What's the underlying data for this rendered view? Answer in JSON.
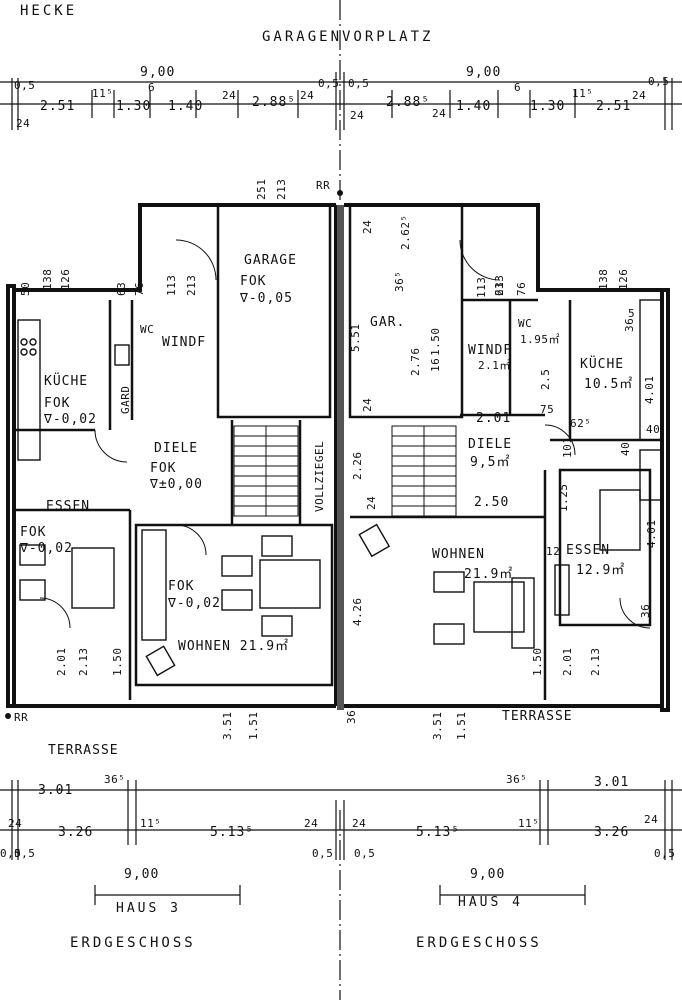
{
  "header": {
    "hedge": "HECKE",
    "forecourt": "GARAGENVORPLATZ"
  },
  "top_dims": {
    "left_total": "9,00",
    "right_total": "9,00",
    "left": [
      "0,5",
      "2.51",
      "11⁵",
      "1.30",
      "6",
      "1.40",
      "24",
      "2.88⁵",
      "24",
      "0,5"
    ],
    "right": [
      "0,5",
      "2.88⁵",
      "24",
      "1.40",
      "6",
      "1.30",
      "11⁵",
      "2.51",
      "24",
      "0,5"
    ],
    "edge_24_left": "24",
    "edge_24_mid": "24"
  },
  "markers": {
    "rr_top": "RR",
    "rr_left": "RR"
  },
  "house3": {
    "garage": {
      "name": "GARAGE",
      "level": "FOK",
      "value": "∇-0,05"
    },
    "garage_dims": [
      "251",
      "213"
    ],
    "kitchen_dims": [
      "50",
      "138",
      "126",
      "63",
      "76",
      "113",
      "213"
    ],
    "wc": "WC",
    "windf": "WINDF",
    "gard": "GARD",
    "kitchen": {
      "name": "KÜCHE",
      "level": "FOK",
      "value": "∇-0,02"
    },
    "hall": {
      "name": "DIELE",
      "level": "FOK",
      "value": "∇±0,00"
    },
    "dining": {
      "name": "ESSEN",
      "level": "FOK",
      "value": "∇-0,02"
    },
    "living": {
      "level": "FOK",
      "value": "∇-0,02",
      "name": "WOHNEN 21.9㎡"
    },
    "vollziegel": "VOLLZIEGEL",
    "dims_side": [
      "2.01",
      "2.13",
      "1.50"
    ],
    "dims_bottom": [
      "3.51",
      "1.51"
    ],
    "terrace": "TERRASSE"
  },
  "house4": {
    "gar": "GAR.",
    "gar_dims": [
      "24",
      "2.62⁵",
      "36⁵",
      "5.51",
      "2.76",
      "1.50",
      "16",
      "24"
    ],
    "kitchen_dims": [
      "63",
      "76",
      "113",
      "213",
      "138",
      "126",
      "36",
      "5",
      "4.01"
    ],
    "wc": {
      "name": "WC",
      "area": "1.95㎡"
    },
    "windf": {
      "name": "WINDF",
      "area": "2.1㎡"
    },
    "kitchen": {
      "name": "KÜCHE",
      "area": "10.5㎡"
    },
    "kitchen_small": [
      "2.5",
      "75",
      "62⁵",
      "101",
      "40",
      "40"
    ],
    "hall": {
      "name": "DIELE",
      "area": "9,5㎡",
      "dim": "2.01"
    },
    "hall_dims": [
      "2.26",
      "24",
      "2.50",
      "1.25"
    ],
    "living": {
      "name": "WOHNEN",
      "area": "21.9㎡",
      "dim": "4.26"
    },
    "dining": {
      "name": "ESSEN",
      "area": "12.9㎡",
      "dim": "4.01",
      "off": "12"
    },
    "dims_side": [
      "2.01",
      "2.13",
      "1.50",
      "36"
    ],
    "dims_bottom": [
      "3.51",
      "1.51",
      "36⁵"
    ],
    "terrace": "TERRASSE"
  },
  "bottom_dims": {
    "left": [
      "3.01",
      "36⁵",
      "24",
      "3.26",
      "11⁵",
      "5.13⁵",
      "24",
      "0,5"
    ],
    "right": [
      "24",
      "5.13⁵",
      "11⁵",
      "3.26",
      "24",
      "36⁵",
      "3.01",
      "0,5"
    ],
    "outer": [
      "0,5",
      "0,5",
      "0,5"
    ]
  },
  "footer": {
    "left_total": "9,00",
    "left_house": "HAUS 3",
    "left_floor": "ERDGESCHOSS",
    "right_total": "9,00",
    "right_house": "HAUS 4",
    "right_floor": "ERDGESCHOSS"
  }
}
